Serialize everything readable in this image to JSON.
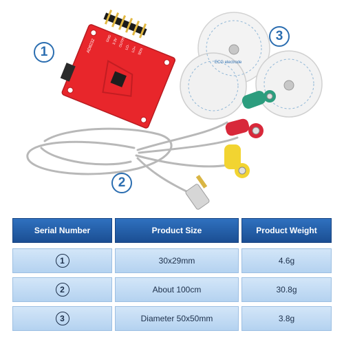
{
  "callouts": {
    "one": "1",
    "two": "2",
    "three": "3"
  },
  "board_labels": {
    "chip": "AD8232",
    "pins": [
      "GND",
      "3.3V",
      "OUTPUT",
      "LO-",
      "LO+",
      "SDN"
    ]
  },
  "electrode_label": "ECG electrode",
  "table": {
    "headers": {
      "serial": "Serial Number",
      "size": "Product Size",
      "weight": "Product Weight"
    },
    "rows": [
      {
        "serial": "1",
        "size": "30x29mm",
        "weight": "4.6g"
      },
      {
        "serial": "2",
        "size": "About 100cm",
        "weight": "30.8g"
      },
      {
        "serial": "3",
        "size": "Diameter 50x50mm",
        "weight": "3.8g"
      }
    ]
  },
  "colors": {
    "accent": "#2a6db0",
    "header_bg": "#1b4e93",
    "row_bg": "#c4ddf4",
    "board_red": "#e8262b",
    "cable_gray": "#b8b8b8",
    "snap_green": "#2c9d7e",
    "snap_red": "#d8283a",
    "snap_yellow": "#f2d431"
  }
}
